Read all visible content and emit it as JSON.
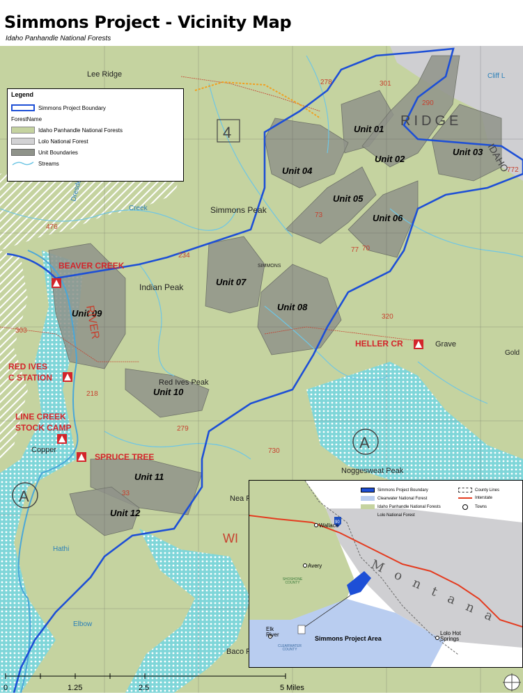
{
  "header": {
    "title": "Simmons Project - Vicinity Map",
    "subtitle": "Idaho Panhandle National Forests"
  },
  "legend": {
    "title": "Legend",
    "items": [
      {
        "label": "Simmons Project Boundary",
        "type": "boundary",
        "color": "#1d4fd6"
      },
      {
        "label": "ForestName",
        "type": "heading"
      },
      {
        "label": "Idaho Panhandle National Forests",
        "type": "fill",
        "color": "#c5d3a0"
      },
      {
        "label": "Lolo National Forest",
        "type": "fill",
        "color": "#d2d2d4"
      },
      {
        "label": "Unit Boundaries",
        "type": "fill",
        "color": "#8f938a"
      },
      {
        "label": "Streams",
        "type": "stream",
        "color": "#6fc6e4"
      }
    ]
  },
  "units": [
    "Unit 01",
    "Unit 02",
    "Unit 03",
    "Unit 04",
    "Unit 05",
    "Unit 06",
    "Unit 07",
    "Unit 08",
    "Unit 09",
    "Unit 10",
    "Unit 11",
    "Unit 12"
  ],
  "places": {
    "simmons_peak": "Simmons Peak",
    "indian_peak": "Indian Peak",
    "red_ives_peak": "Red Ives Peak",
    "beaver_creek": "BEAVER CREEK",
    "red_ives": "RED IVES",
    "c_station": "C STATION",
    "line_creek": "LINE CREEK",
    "stock_camp": "STOCK CAMP",
    "spruce_tree": "SPRUCE TREE",
    "heller_cr": "HELLER CR",
    "copper": "Copper",
    "nugget": "Noggesweat Peak",
    "simmons": "SIMMONS",
    "ridge": "RIDGE",
    "idaho": "IDAHO",
    "lee_ridge": "Lee Ridge",
    "cliff": "Cliff L",
    "grave": "Grave",
    "bacon": "Baco Pea",
    "near": "Nea Pe",
    "elbow": "Elbow",
    "hathi": "Hathi",
    "gold": "Gold",
    "wi": "WI",
    "river": "RIVER",
    "dreier": "Dresden",
    "creek": "Creek"
  },
  "roads": [
    "278",
    "301",
    "290",
    "772",
    "320",
    "303",
    "218",
    "730",
    "476",
    "234",
    "279",
    "73",
    "33",
    "70",
    "77"
  ],
  "section_marker": "4",
  "circle_marker": "A",
  "inset": {
    "legend": [
      {
        "label": "Simmons Project Boundary",
        "color": "#1d4fd6",
        "type": "boundary"
      },
      {
        "label": "County Lines",
        "type": "county"
      },
      {
        "label": "Clearwater National Forest",
        "color": "#b9cdf0",
        "type": "fill"
      },
      {
        "label": "Interstate",
        "color": "#e43b1f",
        "type": "line"
      },
      {
        "label": "Idaho Panhandle National Forests",
        "color": "#c5d3a0",
        "type": "fill"
      },
      {
        "label": "Towns",
        "type": "town"
      },
      {
        "label": "Lolo National Forest",
        "color": "#cfcfd2",
        "type": "fill"
      }
    ],
    "towns": {
      "wallace": "Wallace",
      "avery": "Avery",
      "elk_river": "Elk River",
      "lolo": "Lolo Hot Springs"
    },
    "counties": {
      "shoshone": "SHOSHONE COUNTY",
      "clearwater": "CLEARWATER COUNTY"
    },
    "project_area": "Simmons Project Area",
    "state": "Montana",
    "interstate": "90"
  },
  "scale": {
    "labels": [
      "0",
      "1.25",
      "2.5",
      "5 Miles"
    ],
    "values": [
      0,
      1.25,
      2.5,
      5
    ]
  }
}
